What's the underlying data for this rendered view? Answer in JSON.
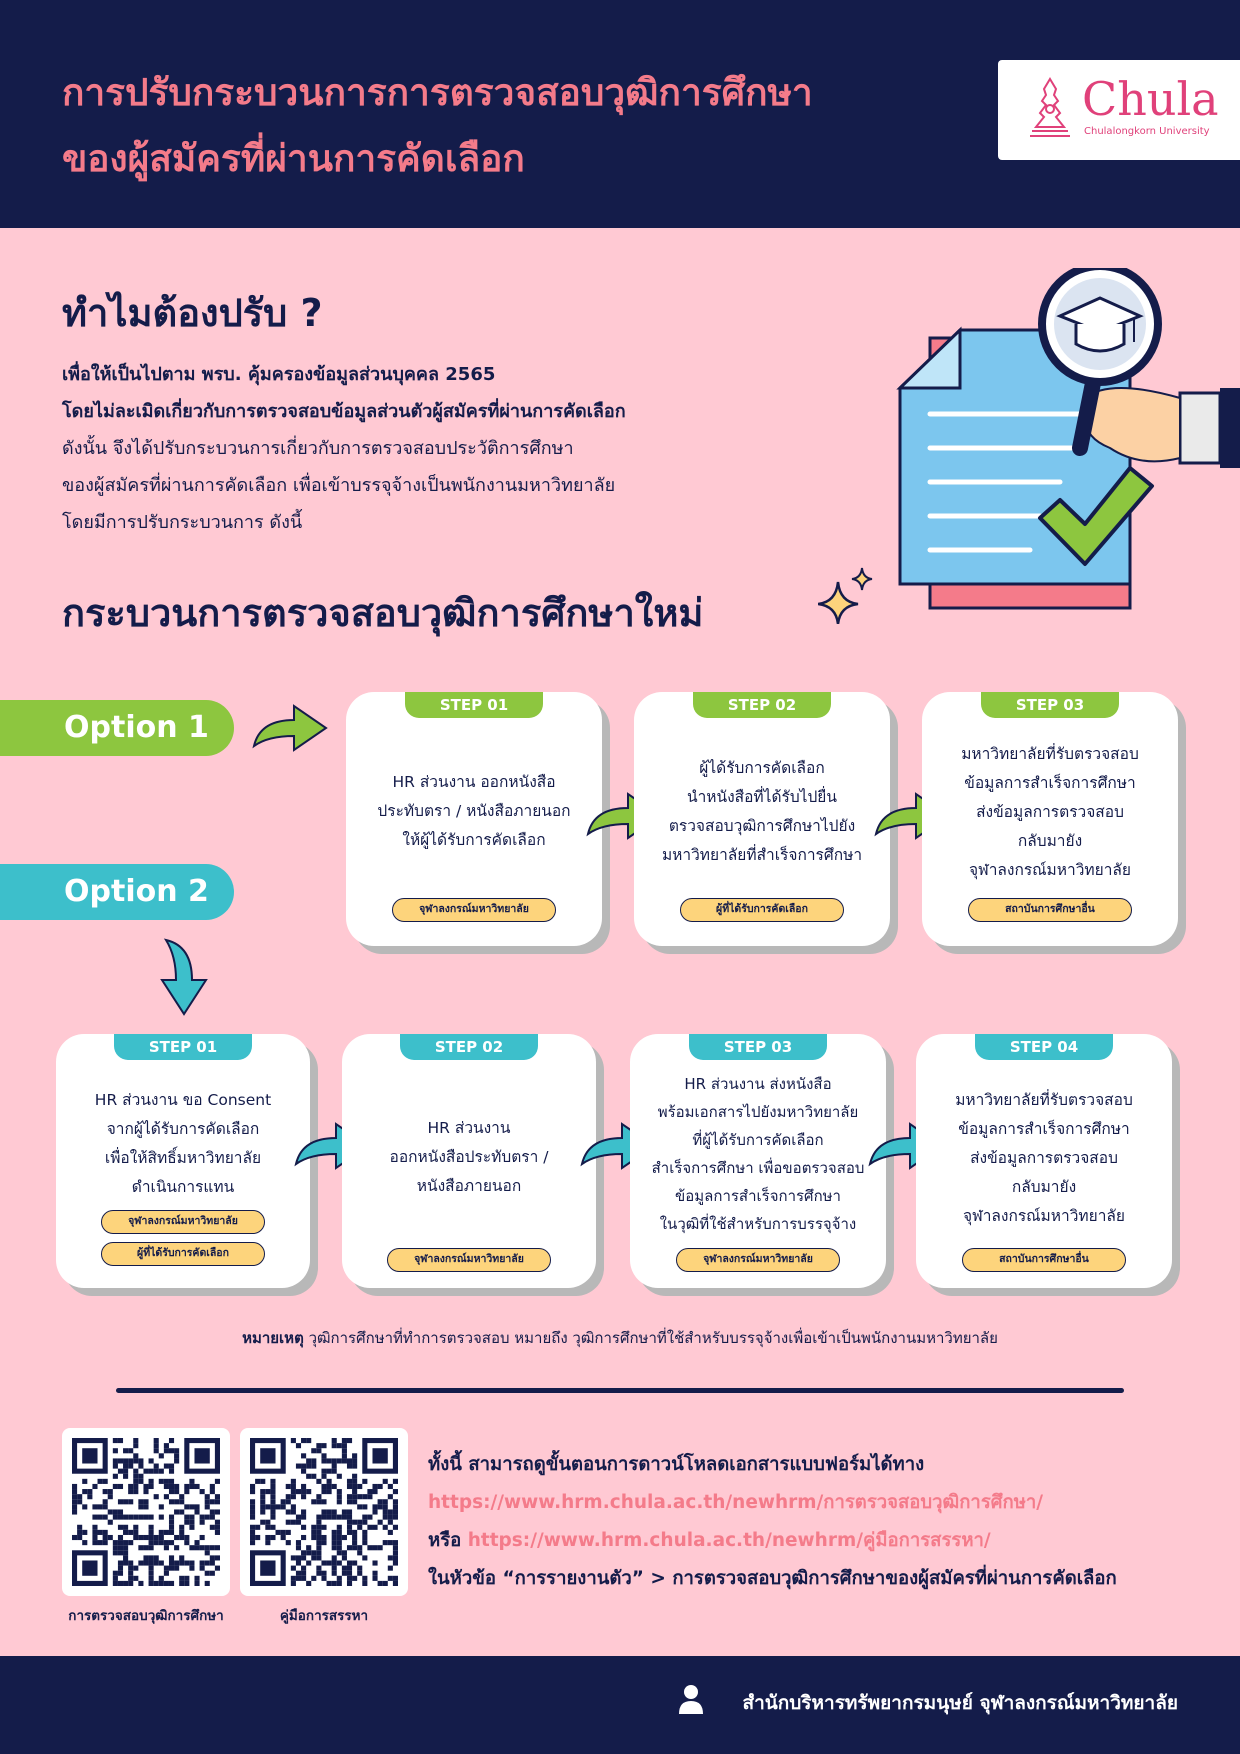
{
  "header": {
    "title_line1": "การปรับกระบวนการการตรวจสอบวุฒิการศึกษา",
    "title_line2": "ของผู้สมัครที่ผ่านการคัดเลือก",
    "logo_word": "Chula",
    "logo_sub": "Chulalongkorn University"
  },
  "why": {
    "title": "ทำไมต้องปรับ ?",
    "lines": [
      "เพื่อให้เป็นไปตาม พรบ. คุ้มครองข้อมูลส่วนบุคคล 2565",
      "โดยไม่ละเมิดเกี่ยวกับการตรวจสอบข้อมูลส่วนตัวผู้สมัครที่ผ่านการคัดเลือก",
      "ดังนั้น จึงได้ปรับกระบวนการเกี่ยวกับการตรวจสอบประวัติการศึกษา",
      "ของผู้สมัครที่ผ่านการคัดเลือก เพื่อเข้าบรรจุจ้างเป็นพนักงานมหาวิทยาลัย",
      "โดยมีการปรับกระบวนการ ดังนี้"
    ]
  },
  "process_title": "กระบวนการตรวจสอบวุฒิการศึกษาใหม่",
  "option1": {
    "label": "Option 1",
    "steps": [
      {
        "tab": "STEP 01",
        "lines": [
          "HR ส่วนงาน ออกหนังสือ",
          "ประทับตรา / หนังสือภายนอก",
          "ให้ผู้ได้รับการคัดเลือก"
        ],
        "badges": [
          "จุฬาลงกรณ์มหาวิทยาลัย"
        ]
      },
      {
        "tab": "STEP 02",
        "lines": [
          "ผู้ได้รับการคัดเลือก",
          "นำหนังสือที่ได้รับไปยื่น",
          "ตรวจสอบวุฒิการศึกษาไปยัง",
          "มหาวิทยาลัยที่สำเร็จการศึกษา"
        ],
        "badges": [
          "ผู้ที่ได้รับการคัดเลือก"
        ]
      },
      {
        "tab": "STEP 03",
        "lines": [
          "มหาวิทยาลัยที่รับตรวจสอบ",
          "ข้อมูลการสำเร็จการศึกษา",
          "ส่งข้อมูลการตรวจสอบ",
          "กลับมายัง",
          "จุฬาลงกรณ์มหาวิทยาลัย"
        ],
        "badges": [
          "สถาบันการศึกษาอื่น"
        ]
      }
    ]
  },
  "option2": {
    "label": "Option 2",
    "steps": [
      {
        "tab": "STEP 01",
        "lines": [
          "HR ส่วนงาน ขอ Consent",
          "จากผู้ได้รับการคัดเลือก",
          "เพื่อให้สิทธิ์มหาวิทยาลัย",
          "ดำเนินการแทน"
        ],
        "badges": [
          "จุฬาลงกรณ์มหาวิทยาลัย",
          "ผู้ที่ได้รับการคัดเลือก"
        ]
      },
      {
        "tab": "STEP 02",
        "lines": [
          "HR ส่วนงาน",
          "ออกหนังสือประทับตรา /",
          "หนังสือภายนอก"
        ],
        "badges": [
          "จุฬาลงกรณ์มหาวิทยาลัย"
        ]
      },
      {
        "tab": "STEP 03",
        "lines": [
          "HR ส่วนงาน ส่งหนังสือ",
          "พร้อมเอกสารไปยังมหาวิทยาลัย",
          "ที่ผู้ได้รับการคัดเลือก",
          "สำเร็จการศึกษา เพื่อขอตรวจสอบ",
          "ข้อมูลการสำเร็จการศึกษา",
          "ในวุฒิที่ใช้สำหรับการบรรจุจ้าง"
        ],
        "badges": [
          "จุฬาลงกรณ์มหาวิทยาลัย"
        ]
      },
      {
        "tab": "STEP 04",
        "lines": [
          "มหาวิทยาลัยที่รับตรวจสอบ",
          "ข้อมูลการสำเร็จการศึกษา",
          "ส่งข้อมูลการตรวจสอบ",
          "กลับมายัง",
          "จุฬาลงกรณ์มหาวิทยาลัย"
        ],
        "badges": [
          "สถาบันการศึกษาอื่น"
        ]
      }
    ]
  },
  "note": {
    "label": "หมายเหตุ",
    "text": " วุฒิการศึกษาที่ทำการตรวจสอบ หมายถึง วุฒิการศึกษาที่ใช้สำหรับบรรจุจ้างเพื่อเข้าเป็นพนักงานมหาวิทยาลัย"
  },
  "qr": [
    {
      "label": "การตรวจสอบวุฒิการศึกษา"
    },
    {
      "label": "คู่มือการสรรหา"
    }
  ],
  "download": {
    "line1": "ทั้งนี้ สามารถดูขั้นตอนการดาวน์โหลดเอกสารแบบฟอร์มได้ทาง",
    "link1": "https://www.hrm.chula.ac.th/newhrm/การตรวจสอบวุฒิการศึกษา/",
    "or_label": "หรือ ",
    "link2": "https://www.hrm.chula.ac.th/newhrm/คู่มือการสรรหา/",
    "line4": "ในหัวข้อ “การรายงานตัว” >  การตรวจสอบวุฒิการศึกษาของผู้สมัครที่ผ่านการคัดเลือก"
  },
  "footer": {
    "text": "สำนักบริหารทรัพยากรมนุษย์ จุฬาลงกรณ์มหาวิทยาลัย"
  },
  "colors": {
    "navy": "#141c4a",
    "pink_bg": "#ffc9d3",
    "coral": "#f47b8a",
    "green": "#8dc63f",
    "teal": "#3dbfcb",
    "badge": "#fdd47c"
  }
}
